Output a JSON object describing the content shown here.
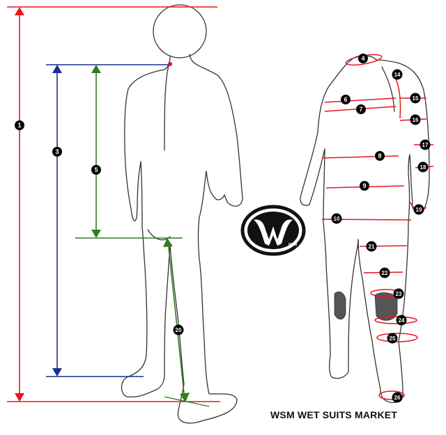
{
  "brand": {
    "caption": "WSM WET SUITS MARKET",
    "logo_letters": "WSM"
  },
  "colors": {
    "red": "#e8141c",
    "blue": "#1b2f8f",
    "green": "#2f7d1e",
    "outline": "#333333",
    "marker": "#000000",
    "knee_pad": "#555555"
  },
  "back_view_labels": [
    "1",
    "3",
    "5",
    "20"
  ],
  "front_view_labels": [
    "4",
    "14",
    "6",
    "15",
    "7",
    "16",
    "17",
    "8",
    "18",
    "9",
    "19",
    "10",
    "21",
    "22",
    "23",
    "24",
    "25",
    "26"
  ]
}
